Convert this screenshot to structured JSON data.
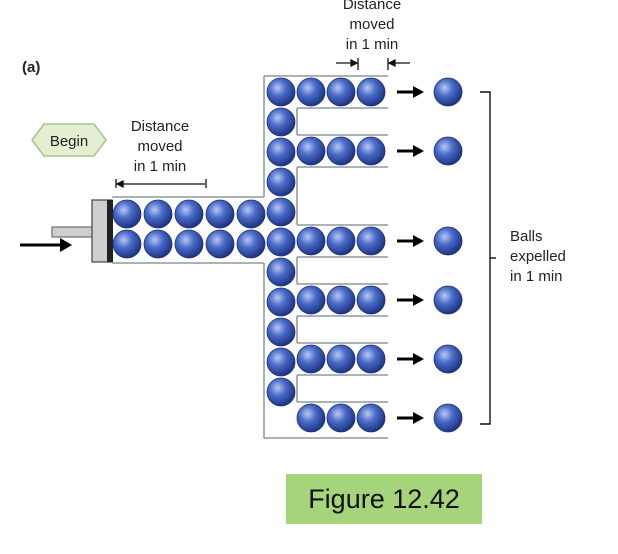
{
  "panel_label": "(a)",
  "begin_label": "Begin",
  "left_distance": {
    "line1": "Distance",
    "line2": "moved",
    "line3": "in 1 min"
  },
  "top_distance": {
    "line1": "Distance",
    "line2": "moved",
    "line3": "in 1 min"
  },
  "right_label": {
    "line1": "Balls",
    "line2": "expelled",
    "line3": "in 1 min"
  },
  "figure_caption": "Figure 12.42",
  "colors": {
    "ball": "#4a6bc8",
    "ball_dark": "#203c94",
    "caption_bg": "#a6d47b"
  },
  "icons": [
    "begin-hexagon-icon",
    "push-arrow-icon",
    "output-arrow-icon",
    "brace-icon"
  ]
}
